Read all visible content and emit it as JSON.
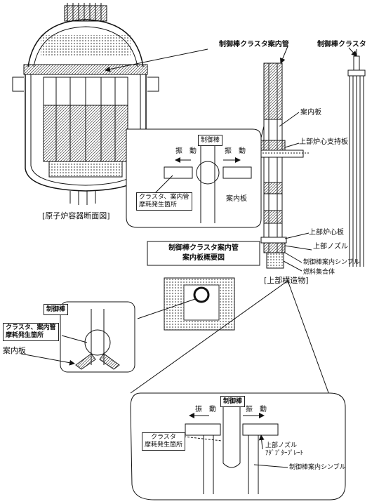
{
  "labels": {
    "guide_tube": "制御棒クラスタ案内管",
    "rcca": "制御棒クラスタ",
    "guide_plate": "案内板",
    "upper_support_plate": "上部炉心支持板",
    "vessel_section": "[原子炉容器断面図]",
    "rod_upper": "制御棒",
    "vibration": "振　動",
    "wear_upper": "クラスタ、案内管\n摩耗発生箇所",
    "guide_plate_2": "案内板",
    "upper_core_plate": "上部炉心板",
    "upper_nozzle": "上部ノズル",
    "thimble": "制御棒案内シンブル",
    "fuel_assembly": "燃料集合体",
    "upper_internals": "[上部構造物]",
    "outline_title": "制御棒クラスタ案内管\n案内板概要図",
    "rod_mid": "制御棒",
    "wear_mid": "クラスタ、案内管\n摩耗発生箇所",
    "guide_plate_mid": "案内板",
    "rod_bottom": "制御棒",
    "vibration_bottom": "振　動",
    "wear_bottom": "クラスタ\n摩耗発生箇所",
    "upper_nozzle_bottom": "上部ノズル\nｱﾀﾞﾌﾟﾀｰﾌﾟﾚｰﾄ",
    "thimble_bottom": "制御棒案内シンブル"
  }
}
